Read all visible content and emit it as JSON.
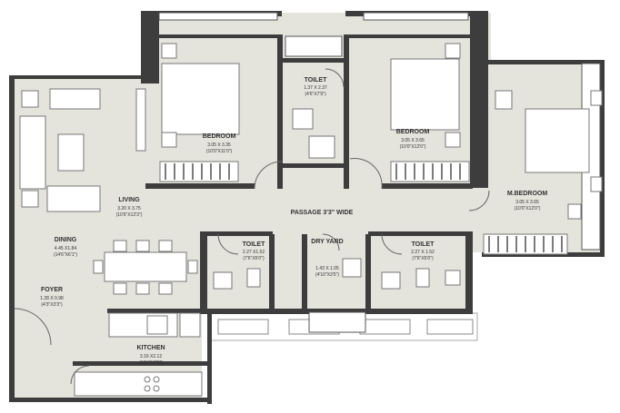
{
  "rooms": {
    "bedroom1": {
      "name": "BEDROOM",
      "dim": "3.05 X 3.35",
      "dim_imp": "(10'0\"X11'0\")"
    },
    "toilet_top": {
      "name": "TOILET",
      "dim": "1.37 X 2.37",
      "dim_imp": "(4'6\"X7'9\")"
    },
    "bedroom2": {
      "name": "BEDROOM",
      "dim": "3.05 X 3.65",
      "dim_imp": "(10'0\"X12'0\")"
    },
    "master": {
      "name": "M.BEDROOM",
      "dim": "3.05 X 3.65",
      "dim_imp": "(10'0\"X12'0\")"
    },
    "living": {
      "name": "LIVING",
      "dim": "3.20 X 3.75",
      "dim_imp": "(10'6\"X12'3\")"
    },
    "passage": {
      "name": "PASSAGE 3'3\" WIDE"
    },
    "dining": {
      "name": "DINING",
      "dim": "4.45 X1.84",
      "dim_imp": "(14'6\"X6'1\")"
    },
    "foyer": {
      "name": "FOYER",
      "dim": "1.28 X 0.98",
      "dim_imp": "(4'3\"X3'3\")"
    },
    "toilet2": {
      "name": "TOILET",
      "dim": "2.27 X1.52",
      "dim_imp": "(7'6\"X5'0\")"
    },
    "dry_yard": {
      "name": "DRY YARD",
      "dim": "1.43 X 1.05",
      "dim_imp": "(4'10\"X3'5\")"
    },
    "toilet3": {
      "name": "TOILET",
      "dim": "2.27 X 1.52",
      "dim_imp": "(7'6\"X5'0\")"
    },
    "kitchen": {
      "name": "KITCHEN",
      "dim": "3.16 X2.12",
      "dim_imp": "(10'4\"X7'0\")"
    }
  },
  "colors": {
    "wall": "#3d3d3d",
    "floor": "#e4e3dc",
    "furniture": "#ffffff",
    "line": "#6a6a6a"
  }
}
